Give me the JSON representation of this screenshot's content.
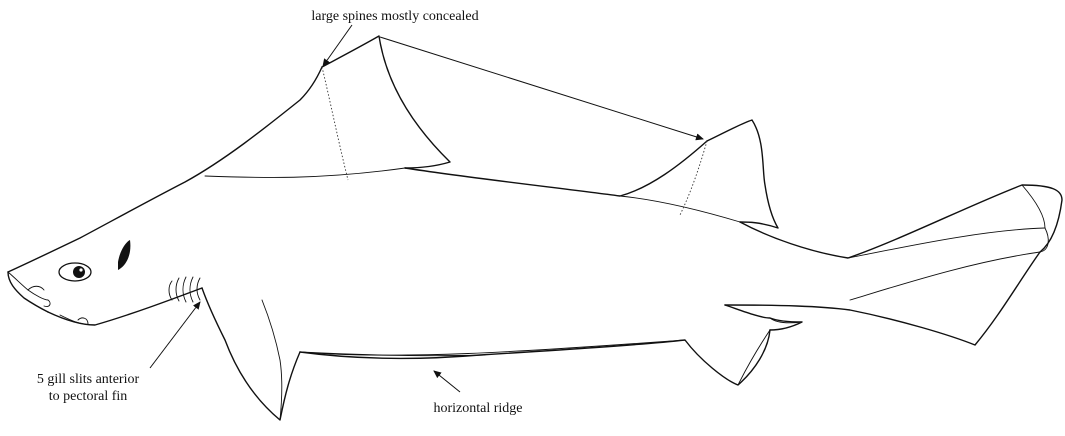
{
  "labels": {
    "spines": "large spines mostly concealed",
    "gills_line1": "5 gill slits anterior",
    "gills_line2": "to pectoral fin",
    "ridge": "horizontal ridge"
  }
}
